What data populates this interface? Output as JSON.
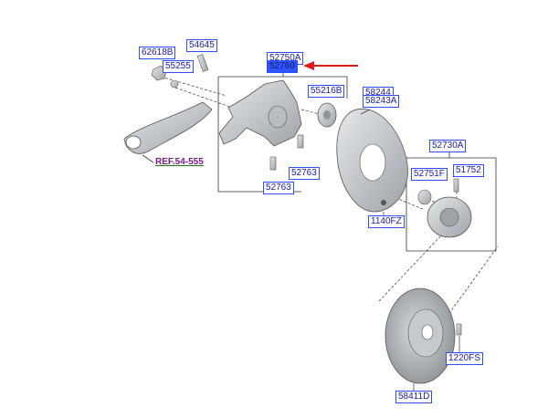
{
  "labels": {
    "p62618B": "62618B",
    "p54645": "54645",
    "p55255": "55255",
    "p52750A": "52750A",
    "p52760": "52760",
    "p55216B": "55216B",
    "p58244": "58244",
    "p58243A": "58243A",
    "p52763a": "52763",
    "p52763b": "52763",
    "p1140FZ": "1140FZ",
    "p52730A": "52730A",
    "p52751F": "52751F",
    "p51752": "51752",
    "p1220FS": "1220FS",
    "p58411D": "58411D"
  },
  "reference": "REF.54-555",
  "colors": {
    "label_border": "#2d4dff",
    "label_text": "#1a1aa8",
    "highlight": "#2e55ff",
    "arrow": "#e01818",
    "parts": "#c9ccd0"
  },
  "icons": [
    "highlight-arrow-icon"
  ]
}
